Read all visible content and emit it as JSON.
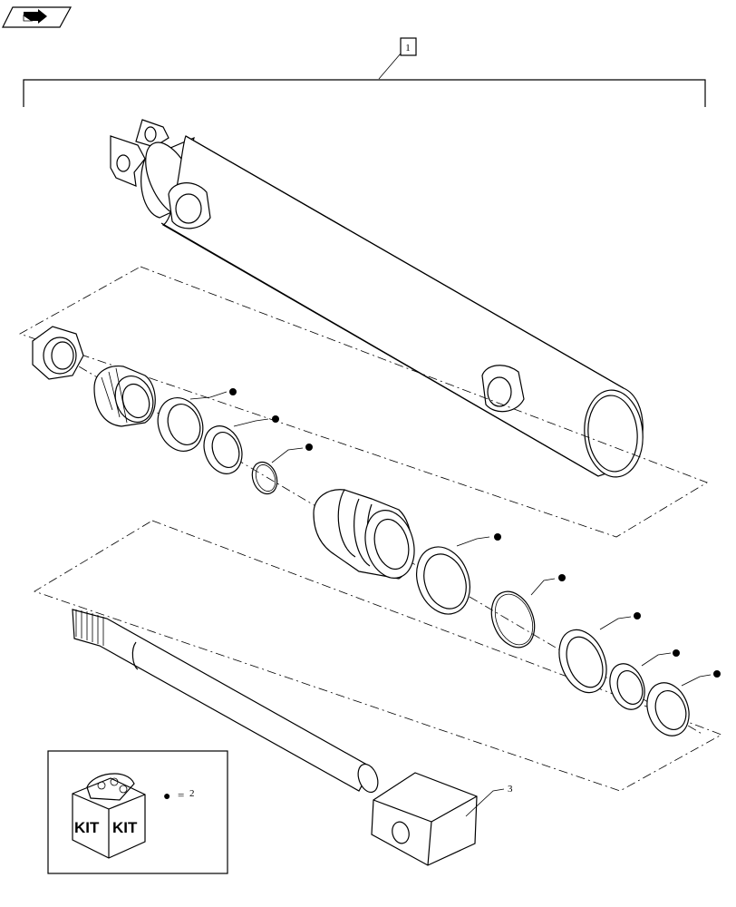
{
  "callouts": {
    "assembly": "1",
    "rod": "3"
  },
  "legend": {
    "kit_left": "KIT",
    "kit_right": "KIT",
    "bullet_symbol": "●",
    "equals": "=",
    "kit_reference": "2"
  },
  "icons": {
    "nav_button": "next-page-arrow-icon"
  }
}
